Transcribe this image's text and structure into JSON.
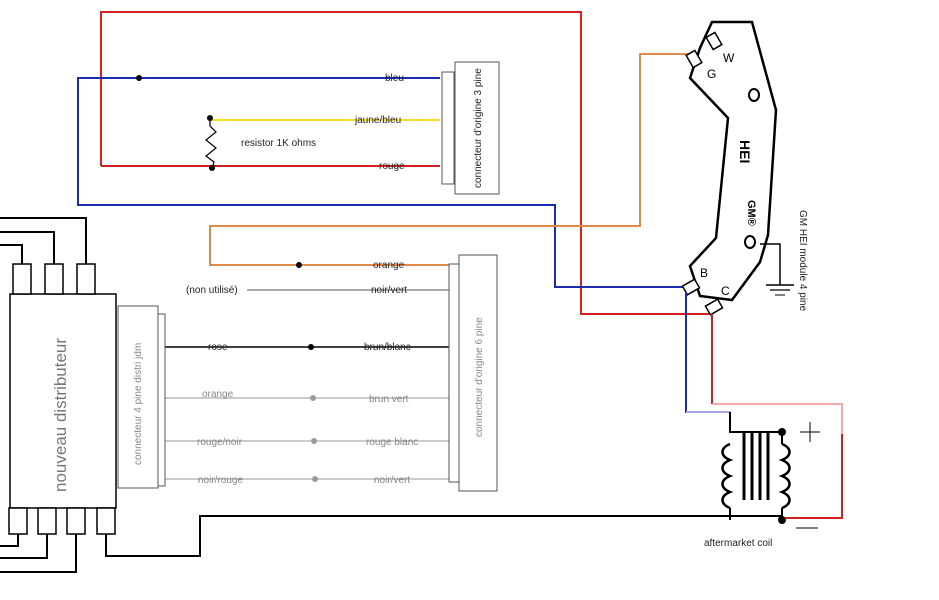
{
  "labels": {
    "bleu": "bleu",
    "jaune_bleu": "jaune/bleu",
    "rouge": "rouge",
    "resistor": "resistor 1K ohms",
    "connector3": "connecteur d'origine 3 pine",
    "orange_top": "orange",
    "non_utilise": "(non utilisé)",
    "noir_vert_top": "noir/vert",
    "rose": "rose",
    "brun_blanc": "brun/blanc",
    "orange_left": "orange",
    "brun_vert": "brun vert",
    "rouge_noir": "rouge/noir",
    "rouge_blanc": "rouge blanc",
    "noir_rouge": "noir/rouge",
    "noir_vert_bottom": "noir/vert",
    "connector6": "connecteur d'origine 6 pine",
    "connector4": "connecteur 4 pine distri jdm",
    "distributor": "nouveau distributeur",
    "module_label": "GM HEI module 4 pine",
    "module_text": "HEI",
    "module_brand": "GM®",
    "pin_w": "W",
    "pin_g": "G",
    "pin_b": "B",
    "pin_c": "C",
    "coil": "aftermarket coil",
    "plus": "+",
    "minus": "−"
  },
  "colors": {
    "red": "#d42020",
    "blue": "#1a2bb0",
    "yellow": "#f0e020",
    "orange": "#e08a4a",
    "black": "#000000",
    "gray": "#999999",
    "pink": "#f4a8a8",
    "lavender": "#a8a8e8"
  }
}
